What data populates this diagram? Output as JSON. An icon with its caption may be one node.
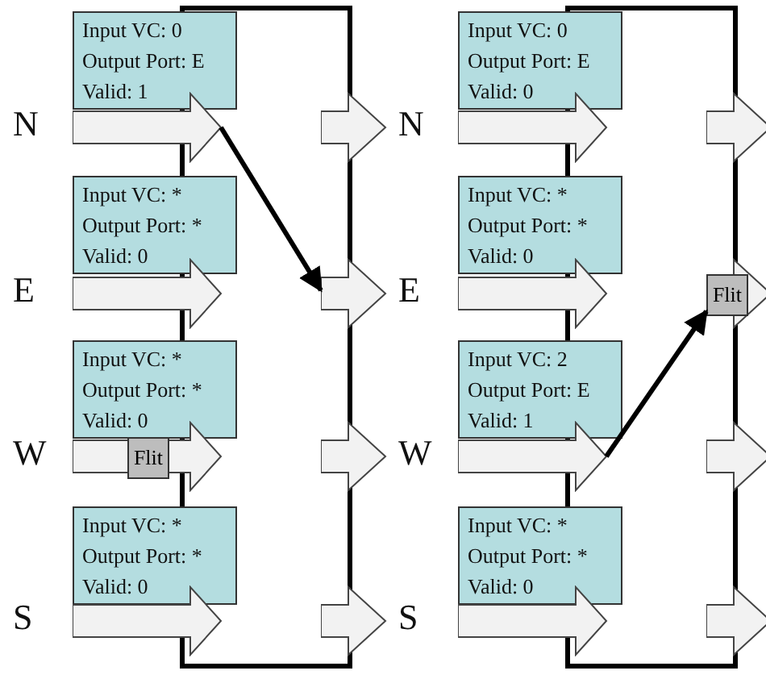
{
  "diagram": {
    "nodes": [
      {
        "text": [
          "Input VC: 0",
          "Output Port: E",
          "Valid: 1"
        ]
      },
      {
        "text": [],
        "shape": "arrow"
      },
      {
        "text": [],
        "shape": "arrow"
      },
      {
        "text": [
          "Input VC: *",
          "Output Port: *",
          "Valid: 0"
        ]
      },
      {
        "text": [],
        "shape": "arrow"
      },
      {
        "text": [],
        "shape": "arrow"
      },
      {
        "text": [
          "Input VC: *",
          "Output Port: *",
          "Valid: 0"
        ]
      },
      {
        "text": [],
        "shape": "arrow"
      },
      {
        "text": [
          "Flit"
        ],
        "in": 7
      },
      {
        "text": [],
        "shape": "arrow"
      },
      {
        "text": [
          "Input VC: *",
          "Output Port: *",
          "Valid: 0"
        ]
      },
      {
        "text": [],
        "shape": "arrow"
      },
      {
        "text": [],
        "shape": "arrow"
      },
      {
        "text": [
          "Input VC: 0",
          "Output Port: E",
          "Valid: 0"
        ]
      },
      {
        "text": [],
        "shape": "arrow"
      },
      {
        "text": [],
        "shape": "arrow"
      },
      {
        "text": [
          "Input VC: *",
          "Output Port: *",
          "Valid: 0"
        ]
      },
      {
        "text": [],
        "shape": "arrow"
      },
      {
        "text": [
          "Flit"
        ],
        "in": 19
      },
      {
        "text": [],
        "shape": "arrow"
      },
      {
        "text": [
          "Input VC: 2",
          "Output Port: E",
          "Valid: 1"
        ]
      },
      {
        "text": [],
        "shape": "arrow"
      },
      {
        "text": [],
        "shape": "arrow"
      },
      {
        "text": [
          "Input VC: *",
          "Output Port: *",
          "Valid: 0"
        ]
      },
      {
        "text": [],
        "shape": "arrow"
      },
      {
        "text": [],
        "shape": "arrow"
      }
    ],
    "edges": [
      {
        "from": 1,
        "to": 5,
        "arrow": "to"
      },
      {
        "from": 21,
        "to": 18,
        "arrow": "to"
      }
    ],
    "labels": [
      "N",
      "E",
      "W",
      "S",
      "N",
      "E",
      "W",
      "S"
    ]
  }
}
